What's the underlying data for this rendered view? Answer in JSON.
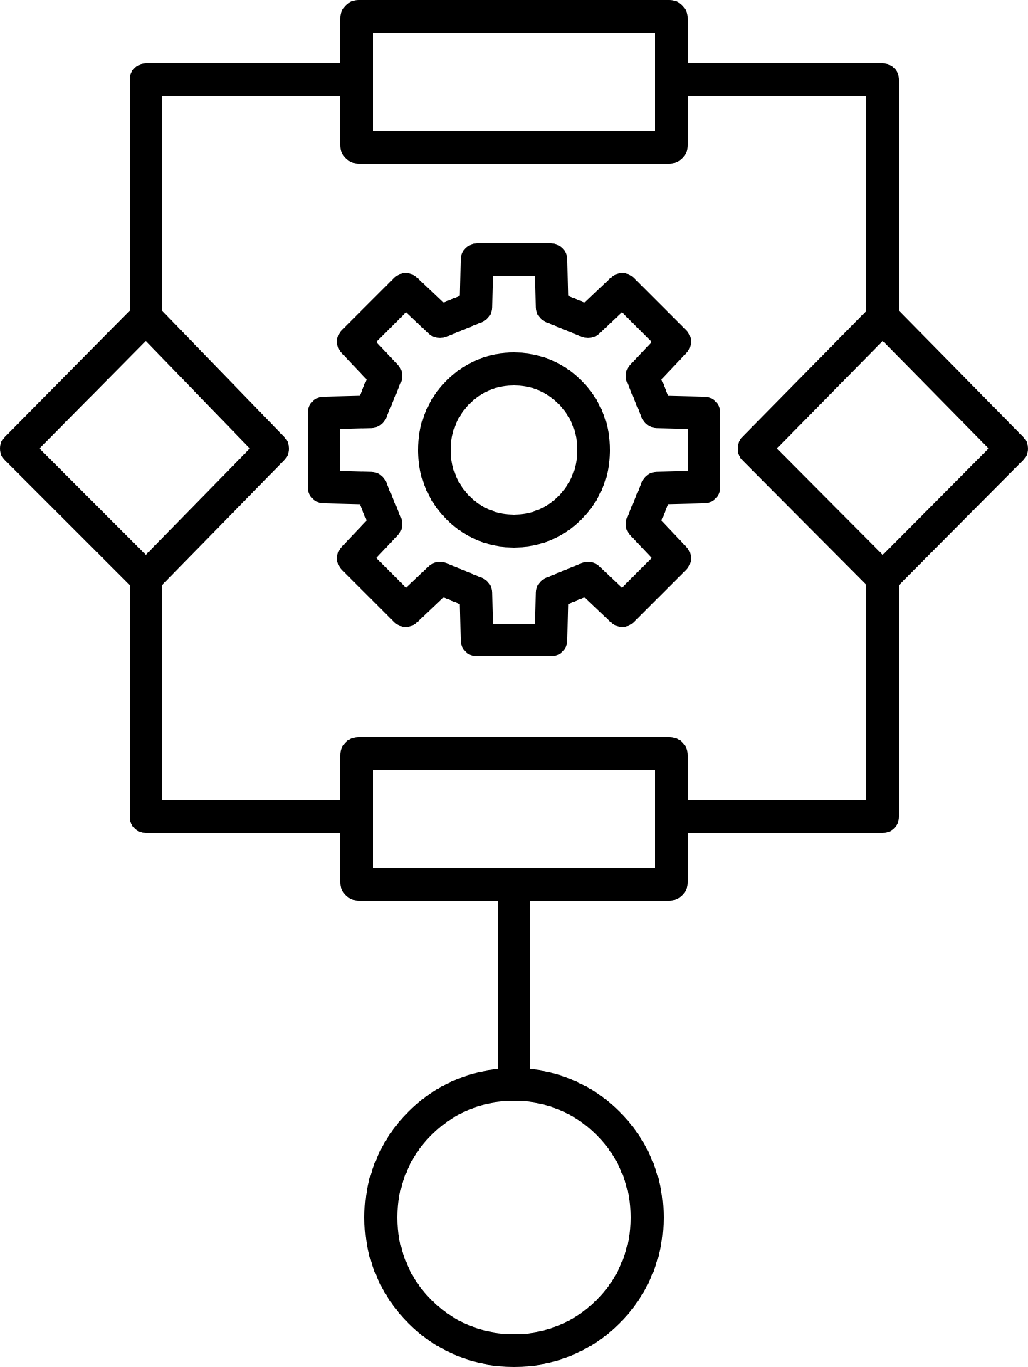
{
  "icon": {
    "name": "workflow-process-icon",
    "stroke_color": "#000000",
    "background_color": "#ffffff",
    "elements": [
      "top-process-box",
      "bottom-process-box",
      "left-decision-diamond",
      "right-decision-diamond",
      "center-gear",
      "terminal-circle"
    ]
  }
}
